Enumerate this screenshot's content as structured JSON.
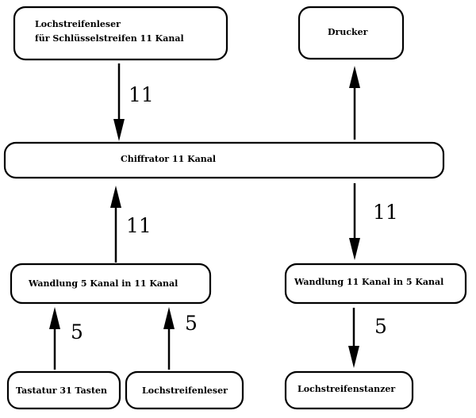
{
  "nodes": {
    "reader11": {
      "line1": "Lochstreifenleser",
      "line2": "für Schlüsselstreifen 11 Kanal"
    },
    "drucker": {
      "label": "Drucker"
    },
    "chiffrator": {
      "label": "Chiffrator 11 Kanal"
    },
    "wandlung5to11": {
      "label": "Wandlung 5 Kanal in 11 Kanal"
    },
    "wandlung11to5": {
      "label": "Wandlung 11 Kanal in 5 Kanal"
    },
    "tastatur": {
      "label": "Tastatur 31 Tasten"
    },
    "reader5": {
      "label": "Lochstreifenleser"
    },
    "stanzer": {
      "label": "Lochstreifenstanzer"
    }
  },
  "edges": {
    "reader_to_chiffrator": "11",
    "chiffrator_to_drucker": "",
    "chiffrator_to_wandlung": "11",
    "wandlung_to_chiffrator": "11",
    "tastatur_to_wandlung": "5",
    "reader5_to_wandlung": "5",
    "wandlung_to_stanzer": "5"
  }
}
